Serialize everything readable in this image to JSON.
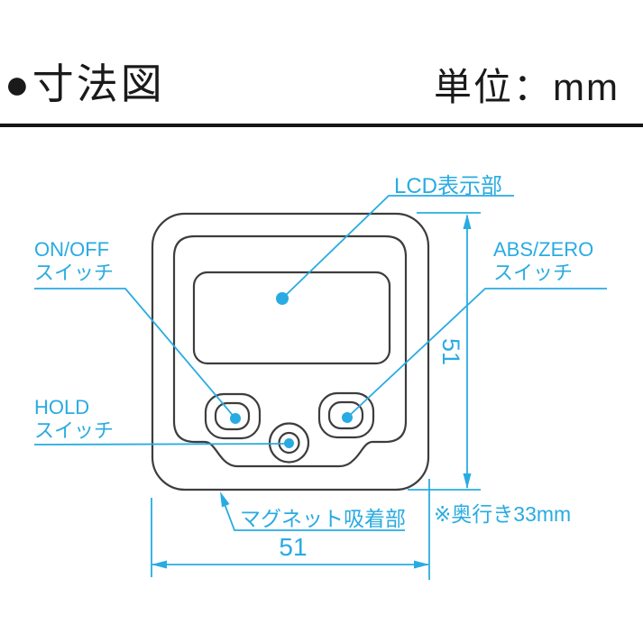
{
  "header": {
    "title": "●寸法図",
    "unit_label": "単位：mm"
  },
  "diagram": {
    "labels": {
      "lcd": "LCD表示部",
      "on_off_line1": "ON/OFF",
      "on_off_line2": "スイッチ",
      "abs_zero_line1": "ABS/ZERO",
      "abs_zero_line2": "スイッチ",
      "hold_line1": "HOLD",
      "hold_line2": "スイッチ",
      "magnet": "マグネット吸着部",
      "depth_note": "※奥行き33mm"
    },
    "dimensions": {
      "width_label": "51",
      "height_label": "51",
      "depth_mm": "33",
      "unit": "mm"
    },
    "colors": {
      "accent": "#29abe2",
      "outline": "#3d3d3d"
    }
  }
}
